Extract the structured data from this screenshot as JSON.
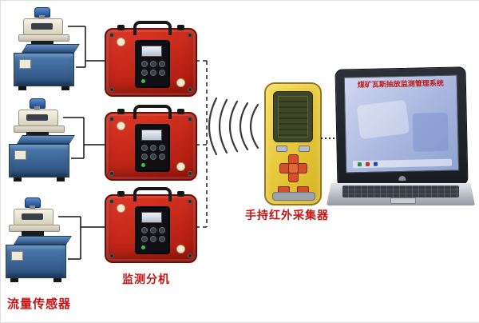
{
  "diagram": {
    "labels": {
      "flow_sensor": "流量传感器",
      "monitor_unit": "监测分机",
      "handheld_collector": "手持红外采集器"
    },
    "laptop": {
      "screen_title": "煤矿瓦斯抽放监测管理系统"
    },
    "colors": {
      "label_red": "#c41414",
      "unit_box_red": "#c8231a",
      "handheld_yellow": "#e8c63a",
      "sensor_box_blue": "#3a6ca0",
      "lcd_green": "#9db87c"
    }
  }
}
